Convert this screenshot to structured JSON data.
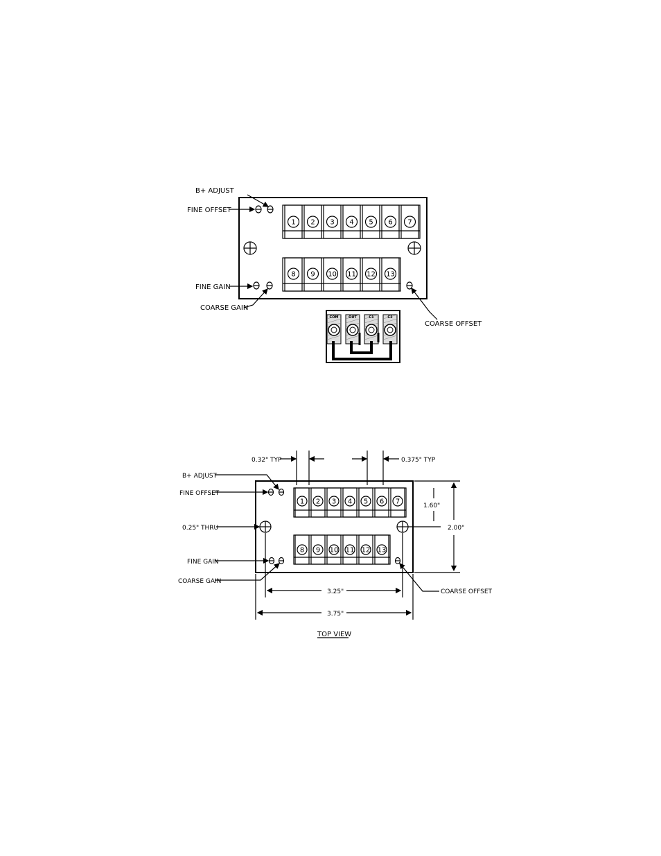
{
  "diagram1": {
    "labels": {
      "b_adjust": "B+ ADJUST",
      "fine_offset": "FINE OFFSET",
      "fine_gain": "FINE GAIN",
      "coarse_gain": "COARSE GAIN",
      "coarse_offset": "COARSE OFFSET"
    },
    "top_terminals": [
      "1",
      "2",
      "3",
      "4",
      "5",
      "6",
      "7"
    ],
    "bottom_terminals": [
      "8",
      "9",
      "10",
      "11",
      "12",
      "13"
    ],
    "jumper_labels": [
      "COM",
      "OUT",
      "C1",
      "C2"
    ]
  },
  "diagram2": {
    "labels": {
      "b_adjust": "B+ ADJUST",
      "fine_offset": "FINE OFFSET",
      "thru": "0.25\" THRU",
      "fine_gain": "FINE GAIN",
      "coarse_gain": "COARSE GAIN",
      "coarse_offset": "COARSE OFFSET"
    },
    "dimensions": {
      "pitch_left": "0.32\" TYP",
      "pitch_right": "0.375\" TYP",
      "height_inner": "1.60\"",
      "height_outer": "2.00\"",
      "width_inner": "3.25\"",
      "width_outer": "3.75\""
    },
    "top_terminals": [
      "1",
      "2",
      "3",
      "4",
      "5",
      "6",
      "7"
    ],
    "bottom_terminals": [
      "8",
      "9",
      "10",
      "11",
      "12",
      "13"
    ],
    "caption": "TOP VIEW"
  }
}
